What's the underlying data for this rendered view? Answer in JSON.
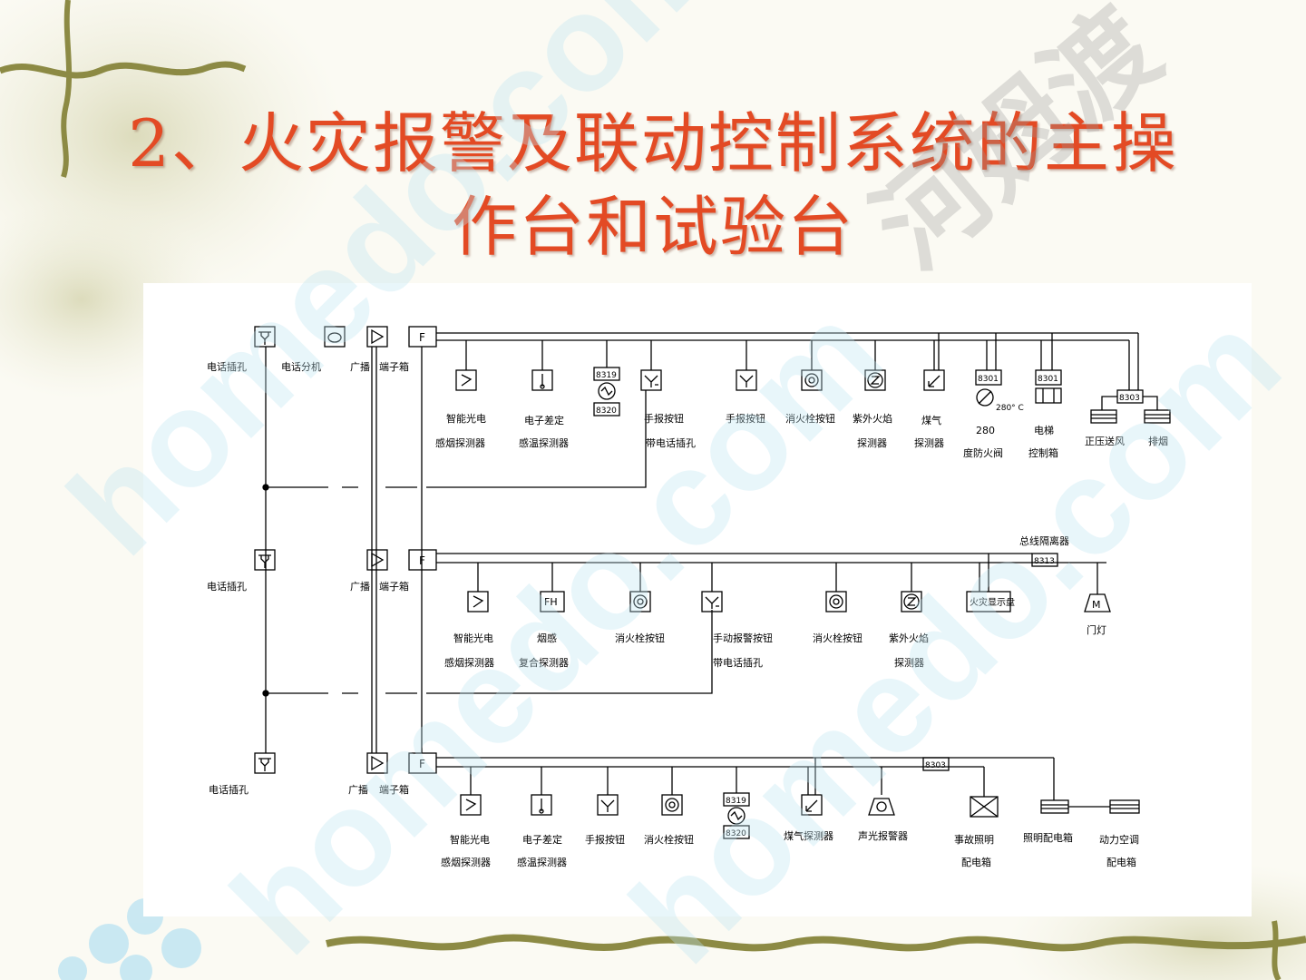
{
  "title": {
    "line1": "2、火灾报警及联动控制系统的主操",
    "line2": "作台和试验台"
  },
  "watermark": {
    "text": "homedo.com",
    "text2": "河姆渡",
    "color": "#bfe6f2"
  },
  "colors": {
    "title": "#e34a24",
    "line": "#000000"
  },
  "diagram": {
    "riser": {
      "top_labels": [
        "电话插孔",
        "电话分机",
        "广播",
        "端子箱"
      ],
      "mid_labels": [
        "电话插孔",
        "广播",
        "端子箱"
      ],
      "bottom_labels": [
        "电话插孔",
        "广播",
        "端子箱"
      ],
      "terminal_symbol": "F"
    },
    "floor1": {
      "devices": [
        {
          "l1": "智能光电",
          "l2": "感烟探测器"
        },
        {
          "l1": "电子差定",
          "l2": "感温探测器"
        },
        {
          "l1": "8319",
          "l2": "8320"
        },
        {
          "l1": "手报按钮",
          "l2": "带电话插孔"
        },
        {
          "l1": "手报按钮",
          "l2": ""
        },
        {
          "l1": "消火栓按钮",
          "l2": ""
        },
        {
          "l1": "紫外火焰",
          "l2": "探测器"
        },
        {
          "l1": "煤气",
          "l2": "探测器"
        },
        {
          "l1": "280",
          "l2": "度防火阀"
        },
        {
          "l1": "电梯",
          "l2": "控制箱"
        },
        {
          "l1": "正压送风",
          "l2": ""
        },
        {
          "l1": "排烟",
          "l2": ""
        }
      ],
      "module_codes": [
        "8319",
        "8320",
        "8301",
        "8301",
        "8303"
      ],
      "damper_temp": "280° C"
    },
    "floor2": {
      "isolator_label": "总线隔离器",
      "isolator_code": "8313",
      "devices": [
        {
          "l1": "智能光电",
          "l2": "感烟探测器"
        },
        {
          "l1": "烟感",
          "l2": "复合探测器"
        },
        {
          "l1": "消火栓按钮",
          "l2": ""
        },
        {
          "l1": "手动报警按钮",
          "l2": "带电话插孔"
        },
        {
          "l1": "消火栓按钮",
          "l2": ""
        },
        {
          "l1": "紫外火焰",
          "l2": "探测器"
        },
        {
          "l1": "火灾显示盘",
          "l2": ""
        },
        {
          "l1": "门灯",
          "l2": ""
        }
      ],
      "fh_symbol": "FH",
      "m_symbol": "M"
    },
    "floor3": {
      "module_code": "8303",
      "devices": [
        {
          "l1": "智能光电",
          "l2": "感烟探测器"
        },
        {
          "l1": "电子差定",
          "l2": "感温探测器"
        },
        {
          "l1": "手报按钮",
          "l2": ""
        },
        {
          "l1": "消火栓按钮",
          "l2": ""
        },
        {
          "l1": "8319",
          "l2": "8320"
        },
        {
          "l1": "煤气探测器",
          "l2": ""
        },
        {
          "l1": "声光报警器",
          "l2": ""
        },
        {
          "l1": "事故照明",
          "l2": "配电箱"
        },
        {
          "l1": "照明配电箱",
          "l2": ""
        },
        {
          "l1": "动力空调",
          "l2": "配电箱"
        }
      ]
    }
  }
}
